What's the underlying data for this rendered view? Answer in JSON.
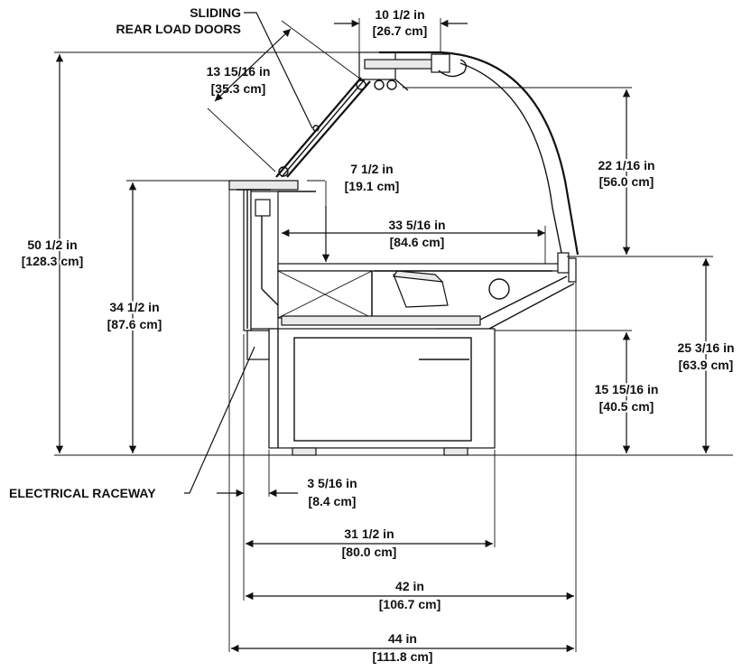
{
  "callouts": {
    "doors_line1": "SLIDING",
    "doors_line2": "REAR LOAD DOORS",
    "raceway": "ELECTRICAL RACEWAY"
  },
  "dimensions": {
    "top_depth": {
      "imperial": "10 1/2 in",
      "metric": "[26.7 cm]"
    },
    "door_length": {
      "imperial": "13 15/16 in",
      "metric": "[35.3 cm]"
    },
    "overall_height": {
      "imperial": "50 1/2 in",
      "metric": "[128.3 cm]"
    },
    "shelf_height": {
      "imperial": "7 1/2 in",
      "metric": "[19.1 cm]"
    },
    "glass_height": {
      "imperial": "22 1/16 in",
      "metric": "[56.0 cm]"
    },
    "interior_depth": {
      "imperial": "33 5/16 in",
      "metric": "[84.6 cm]"
    },
    "work_height": {
      "imperial": "34 1/2 in",
      "metric": "[87.6 cm]"
    },
    "deck_height": {
      "imperial": "25 3/16 in",
      "metric": "[63.9 cm]"
    },
    "base_height": {
      "imperial": "15 15/16 in",
      "metric": "[40.5 cm]"
    },
    "raceway_offset": {
      "imperial": "3 5/16 in",
      "metric": "[8.4 cm]"
    },
    "base_depth": {
      "imperial": "31 1/2 in",
      "metric": "[80.0 cm]"
    },
    "case_depth": {
      "imperial": "42 in",
      "metric": "[106.7 cm]"
    },
    "overall_depth": {
      "imperial": "44 in",
      "metric": "[111.8 cm]"
    }
  }
}
